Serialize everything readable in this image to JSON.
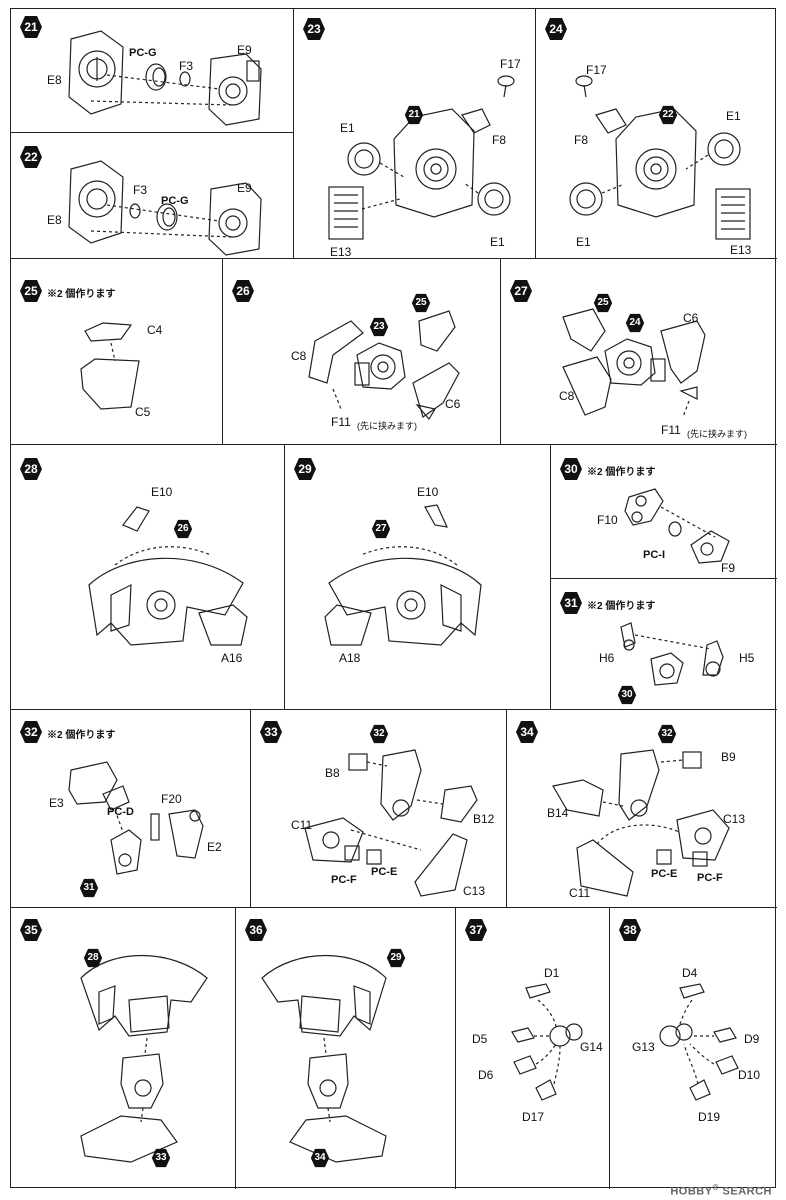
{
  "note_make_two": "※2 個作ります",
  "note_insert_first": "(先に挟みます)",
  "watermark": {
    "brand": "HOBBY",
    "suffix": "SEARCH"
  },
  "steps": [
    {
      "number": "21",
      "labels": [
        "PC-G",
        "F3",
        "E9",
        "E8"
      ]
    },
    {
      "number": "22",
      "labels": [
        "F3",
        "PC-G",
        "E9",
        "E8"
      ]
    },
    {
      "number": "23",
      "refs": [
        "21"
      ],
      "labels": [
        "F17",
        "E1",
        "F8",
        "E13",
        "E1"
      ]
    },
    {
      "number": "24",
      "refs": [
        "22"
      ],
      "labels": [
        "F17",
        "E1",
        "F8",
        "E1",
        "E13"
      ]
    },
    {
      "number": "25",
      "labels": [
        "C4",
        "C5"
      ]
    },
    {
      "number": "26",
      "refs": [
        "23",
        "25"
      ],
      "labels": [
        "C8",
        "C6",
        "F11"
      ]
    },
    {
      "number": "27",
      "refs": [
        "25",
        "24"
      ],
      "labels": [
        "C6",
        "C8",
        "F11"
      ]
    },
    {
      "number": "28",
      "refs": [
        "26"
      ],
      "labels": [
        "E10",
        "A16"
      ]
    },
    {
      "number": "29",
      "refs": [
        "27"
      ],
      "labels": [
        "E10",
        "A18"
      ]
    },
    {
      "number": "30",
      "labels": [
        "F10",
        "PC-I",
        "F9"
      ]
    },
    {
      "number": "31",
      "refs": [
        "30"
      ],
      "labels": [
        "H6",
        "H5"
      ]
    },
    {
      "number": "32",
      "refs": [
        "31"
      ],
      "labels": [
        "E3",
        "PC-D",
        "F20",
        "E2"
      ]
    },
    {
      "number": "33",
      "refs": [
        "32"
      ],
      "labels": [
        "B8",
        "B12",
        "C11",
        "PC-F",
        "PC-E",
        "C13"
      ]
    },
    {
      "number": "34",
      "refs": [
        "32"
      ],
      "labels": [
        "B9",
        "B14",
        "C13",
        "C11",
        "PC-E",
        "PC-F"
      ]
    },
    {
      "number": "35",
      "refs": [
        "28",
        "33"
      ]
    },
    {
      "number": "36",
      "refs": [
        "29",
        "34"
      ]
    },
    {
      "number": "37",
      "labels": [
        "D1",
        "D5",
        "G14",
        "D6",
        "D17"
      ]
    },
    {
      "number": "38",
      "labels": [
        "D4",
        "D9",
        "G13",
        "D10",
        "D19"
      ]
    }
  ]
}
